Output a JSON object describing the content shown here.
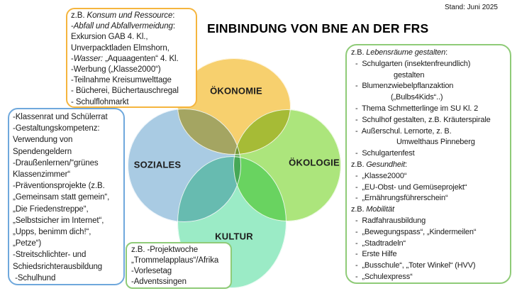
{
  "stand": "Stand: Juni 2025",
  "title": "EINBINDUNG VON BNE AN DER FRS",
  "venn": {
    "circles": [
      {
        "id": "oekonomie",
        "label": "ÖKONOMIE",
        "fill": "#F7D06E"
      },
      {
        "id": "soziales",
        "label": "SOZIALES",
        "fill": "#A9CBE3"
      },
      {
        "id": "oekologie",
        "label": "ÖKOLOGIE",
        "fill": "#ACE57C"
      },
      {
        "id": "kultur",
        "label": "KULTUR",
        "fill": "#9BEBC6"
      }
    ]
  },
  "boxes": {
    "konsum": {
      "border": "#F5B53E",
      "lines": [
        {
          "seg": [
            {
              "t": "z.B. "
            },
            {
              "t": "Konsum und Ressource",
              "i": true
            },
            {
              "t": ":"
            }
          ]
        },
        {
          "seg": [
            {
              "t": "-"
            },
            {
              "t": "Abfall und Abfallvermeidung",
              "i": true
            },
            {
              "t": ":"
            }
          ]
        },
        {
          "seg": [
            {
              "t": "Exkursion GAB 4. Kl.,"
            }
          ]
        },
        {
          "seg": [
            {
              "t": "Unverpacktladen Elmshorn,"
            }
          ]
        },
        {
          "seg": [
            {
              "t": "-"
            },
            {
              "t": "Wasser:",
              "i": true
            },
            {
              "t": " „Aquaagenten“ 4. Kl."
            }
          ]
        },
        {
          "seg": [
            {
              "t": "-Werbung („Klasse2000“)"
            }
          ]
        },
        {
          "seg": [
            {
              "t": "-Teilnahme Kreisumwelttage"
            }
          ]
        },
        {
          "seg": [
            {
              "t": "- Bücherei, Büchertauschregal"
            }
          ]
        },
        {
          "seg": [
            {
              "t": "- Schulflohmarkt"
            }
          ]
        }
      ]
    },
    "soziales": {
      "border": "#6FA8DC",
      "lines": [
        {
          "seg": [
            {
              "t": "-Klassenrat und Schülerrat"
            }
          ]
        },
        {
          "seg": [
            {
              "t": "-Gestaltungskompetenz:"
            }
          ]
        },
        {
          "seg": [
            {
              "t": "Verwendung von"
            }
          ]
        },
        {
          "seg": [
            {
              "t": "Spendengeldern"
            }
          ]
        },
        {
          "seg": [
            {
              "t": "-Draußenlernen/“grünes"
            }
          ]
        },
        {
          "seg": [
            {
              "t": "Klassenzimmer“"
            }
          ]
        },
        {
          "seg": [
            {
              "t": "-Präventionsprojekte (z.B."
            }
          ]
        },
        {
          "seg": [
            {
              "t": "„Gemeinsam statt gemein“,"
            }
          ]
        },
        {
          "seg": [
            {
              "t": "„Die Friedenstreppe“,"
            }
          ]
        },
        {
          "seg": [
            {
              "t": "„Selbstsicher im Internet“,"
            }
          ]
        },
        {
          "seg": [
            {
              "t": "„Upps, benimm dich!“,"
            }
          ]
        },
        {
          "seg": [
            {
              "t": "„Petze“)"
            }
          ]
        },
        {
          "seg": [
            {
              "t": "-Streitschlichter- und"
            }
          ]
        },
        {
          "seg": [
            {
              "t": "Schiedsrichterausbildung"
            }
          ]
        },
        {
          "seg": [
            {
              "t": " -Schulhund"
            }
          ]
        }
      ]
    },
    "kultur": {
      "border": "#8FCB78",
      "lines": [
        {
          "seg": [
            {
              "t": "z.B. -Projektwoche"
            }
          ]
        },
        {
          "seg": [
            {
              "t": "„Trommelapplaus“/Afrika"
            }
          ]
        },
        {
          "seg": [
            {
              "t": "-Vorlesetag"
            }
          ]
        },
        {
          "seg": [
            {
              "t": "-Adventssingen"
            }
          ]
        }
      ]
    },
    "oekologie": {
      "border": "#8FCB78",
      "lines": [
        {
          "seg": [
            {
              "t": "z.B. "
            },
            {
              "t": "Lebensräume gestalten",
              "i": true
            },
            {
              "t": ":"
            }
          ]
        },
        {
          "cls": "bullet",
          "seg": [
            {
              "t": "-  Schulgarten (insektenfreundlich)"
            }
          ]
        },
        {
          "ind": 60,
          "seg": [
            {
              "t": "gestalten"
            }
          ]
        },
        {
          "cls": "bullet",
          "seg": [
            {
              "t": "-  Blumenzwiebelpflanzaktion"
            }
          ]
        },
        {
          "ind": 56,
          "seg": [
            {
              "t": "(„Bulbs4Kids“..)"
            }
          ]
        },
        {
          "cls": "bullet",
          "seg": [
            {
              "t": "-  Thema Schmetterlinge im SU Kl. 2"
            }
          ]
        },
        {
          "cls": "bullet",
          "seg": [
            {
              "t": "-  Schulhof gestalten, z.B. Kräuterspirale"
            }
          ]
        },
        {
          "cls": "bullet",
          "seg": [
            {
              "t": "-  Außerschul. Lernorte, z. B."
            }
          ]
        },
        {
          "ind": 64,
          "seg": [
            {
              "t": "Umwelthaus Pinneberg"
            }
          ]
        },
        {
          "cls": "bullet",
          "seg": [
            {
              "t": "-  Schulgartenfest"
            }
          ]
        },
        {
          "seg": [
            {
              "t": "z.B. "
            },
            {
              "t": "Gesundheit",
              "i": true
            },
            {
              "t": ":"
            }
          ]
        },
        {
          "cls": "bullet",
          "seg": [
            {
              "t": "-  „Klasse2000“"
            }
          ]
        },
        {
          "cls": "bullet",
          "seg": [
            {
              "t": "-  „EU-Obst- und Gemüseprojekt“"
            }
          ]
        },
        {
          "cls": "bullet",
          "seg": [
            {
              "t": "-  „Ernährungsführerschein“"
            }
          ]
        },
        {
          "seg": [
            {
              "t": "z.B. "
            },
            {
              "t": "Mobilität",
              "i": true
            }
          ]
        },
        {
          "cls": "bullet",
          "seg": [
            {
              "t": "-  Radfahrausbildung"
            }
          ]
        },
        {
          "cls": "bullet",
          "seg": [
            {
              "t": "-  „Bewegungspass“, „Kindermeilen“"
            }
          ]
        },
        {
          "cls": "bullet",
          "seg": [
            {
              "t": "-  „Stadtradeln“"
            }
          ]
        },
        {
          "cls": "bullet",
          "seg": [
            {
              "t": "-  Erste Hilfe"
            }
          ]
        },
        {
          "cls": "bullet",
          "seg": [
            {
              "t": "-  „Busschule“, „Toter Winkel“ (HVV)"
            }
          ]
        },
        {
          "cls": "bullet",
          "seg": [
            {
              "t": "-  „Schulexpress“"
            }
          ]
        }
      ]
    }
  }
}
